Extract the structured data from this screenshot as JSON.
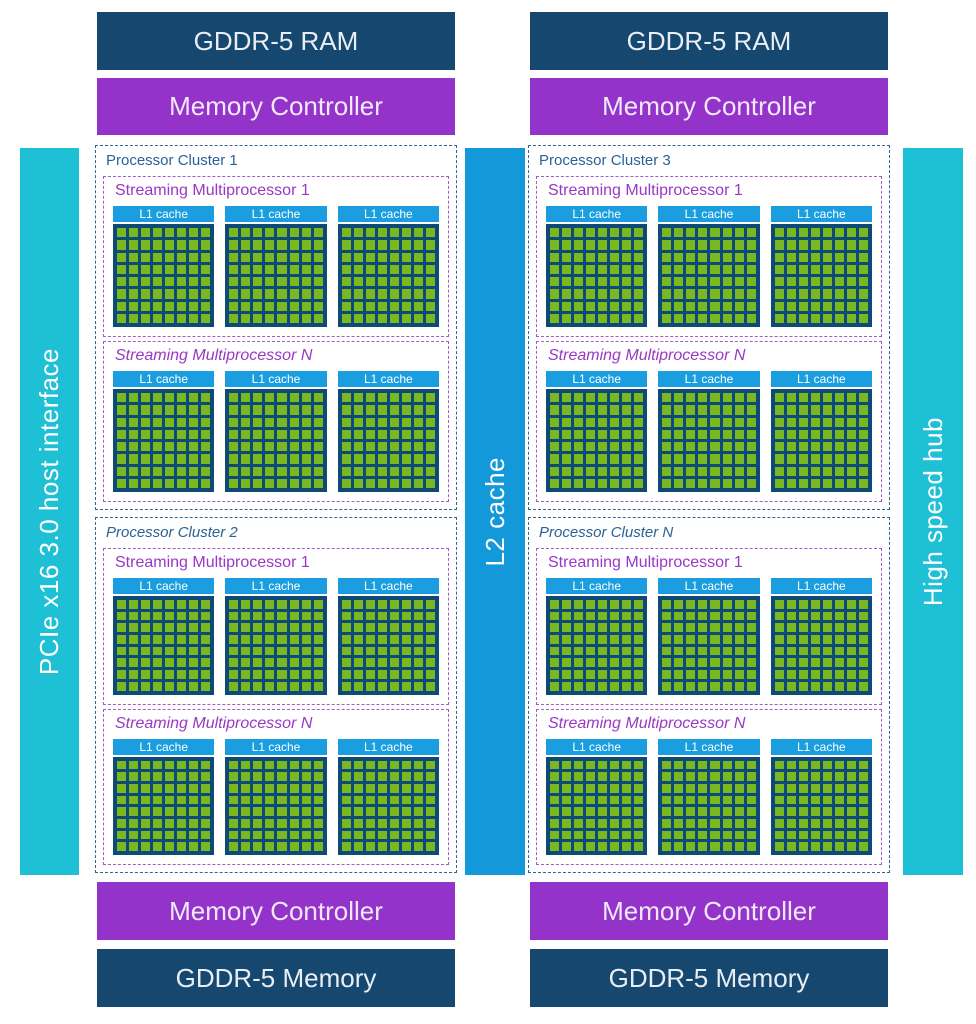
{
  "diagram": {
    "memory_top": {
      "ram_label": "GDDR-5 RAM",
      "controller_label": "Memory Controller"
    },
    "memory_bottom": {
      "controller_label": "Memory Controller",
      "ram_label": "GDDR-5 Memory"
    },
    "rails": {
      "pcie": "PCIe x16 3.0 host interface",
      "l2": "L2 cache",
      "hub": "High speed hub"
    },
    "l1_label": "L1 cache",
    "core_grid": {
      "rows": 8,
      "cols": 8,
      "blocks_per_sm": 3
    },
    "columns": [
      {
        "side": "left",
        "clusters": [
          {
            "title": "Processor Cluster 1",
            "italic": false,
            "sms": [
              {
                "title": "Streaming Multiprocessor 1",
                "italic": false
              },
              {
                "title": "Streaming Multiprocessor N",
                "italic": true
              }
            ]
          },
          {
            "title": "Processor Cluster 2",
            "italic": true,
            "sms": [
              {
                "title": "Streaming Multiprocessor 1",
                "italic": false
              },
              {
                "title": "Streaming Multiprocessor N",
                "italic": true
              }
            ]
          }
        ]
      },
      {
        "side": "right",
        "clusters": [
          {
            "title": "Processor Cluster 3",
            "italic": false,
            "sms": [
              {
                "title": "Streaming Multiprocessor 1",
                "italic": false
              },
              {
                "title": "Streaming Multiprocessor N",
                "italic": true
              }
            ]
          },
          {
            "title": "Processor Cluster N",
            "italic": true,
            "sms": [
              {
                "title": "Streaming Multiprocessor 1",
                "italic": false
              },
              {
                "title": "Streaming Multiprocessor N",
                "italic": true
              }
            ]
          }
        ]
      }
    ],
    "colors": {
      "navy": "#15476f",
      "purple": "#9333ca",
      "cyan": "#1dc0d5",
      "l2_blue": "#1399da",
      "l1_blue": "#1b9ee0",
      "core_green": "#79b821",
      "core_grid_bg": "#0d4a75",
      "cluster_border": "#35648f",
      "cluster_title": "#2a6295",
      "sm_border": "#a05cc9",
      "sm_title": "#9a37c4"
    }
  }
}
